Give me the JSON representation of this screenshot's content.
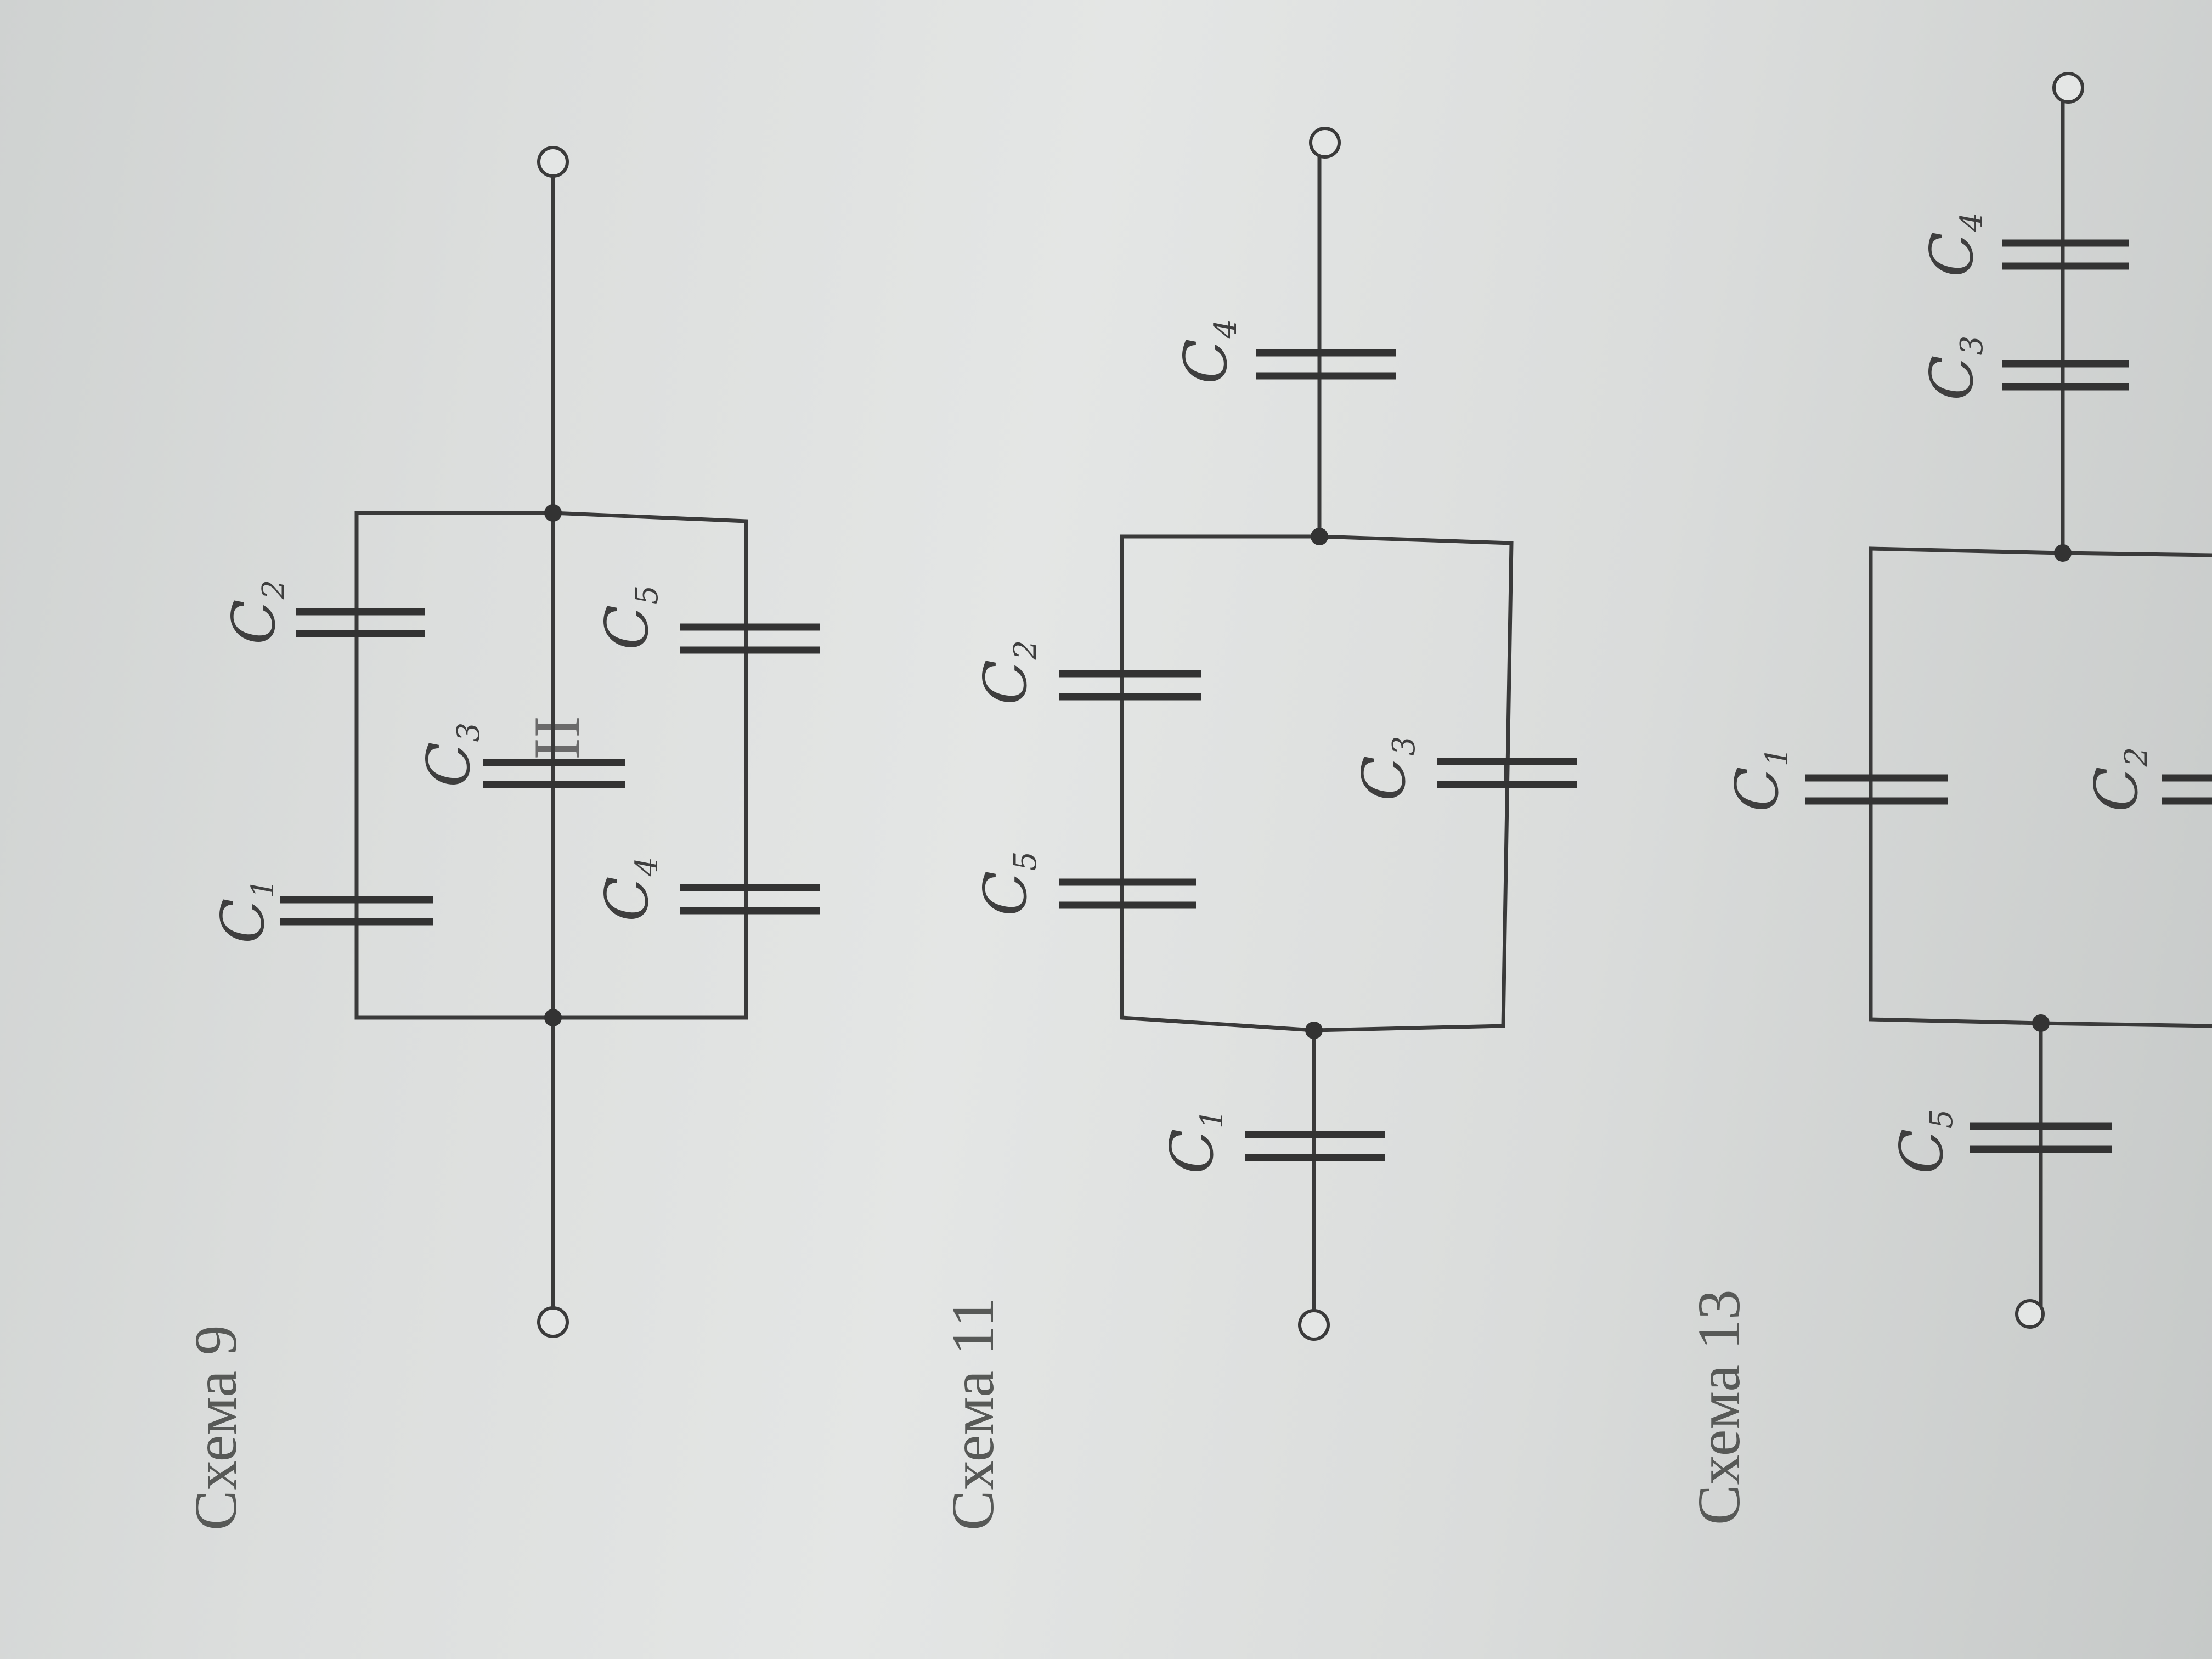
{
  "page_stub": "II",
  "schemes": [
    {
      "title": "Схема 9",
      "labels": [
        {
          "text": "C",
          "sub": "1"
        },
        {
          "text": "C",
          "sub": "2"
        },
        {
          "text": "C",
          "sub": "3"
        },
        {
          "text": "C",
          "sub": "4"
        },
        {
          "text": "C",
          "sub": "5"
        }
      ]
    },
    {
      "title": "Схема 11",
      "labels": [
        {
          "text": "C",
          "sub": "1"
        },
        {
          "text": "C",
          "sub": "5"
        },
        {
          "text": "C",
          "sub": "2"
        },
        {
          "text": "C",
          "sub": "3"
        },
        {
          "text": "C",
          "sub": "4"
        }
      ]
    },
    {
      "title": "Схема 13",
      "labels": [
        {
          "text": "C",
          "sub": "5"
        },
        {
          "text": "C",
          "sub": "1"
        },
        {
          "text": "C",
          "sub": "2"
        },
        {
          "text": "C",
          "sub": "3"
        },
        {
          "text": "C",
          "sub": "4"
        }
      ]
    }
  ]
}
